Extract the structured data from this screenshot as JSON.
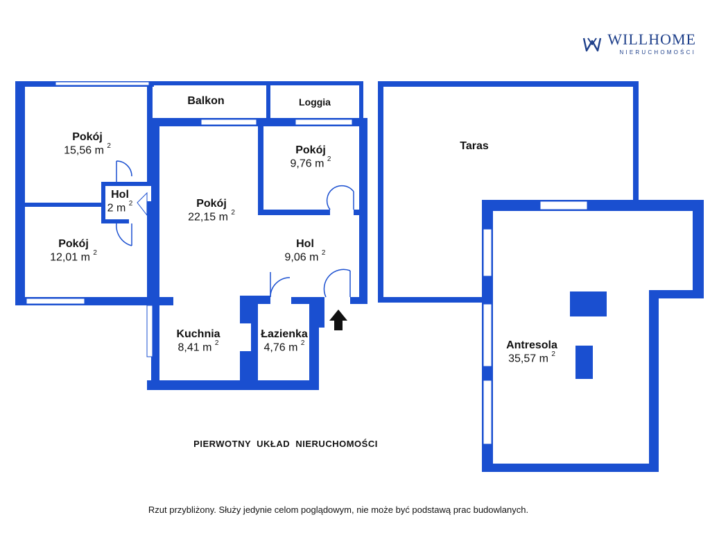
{
  "brand": {
    "name": "WILLHOME",
    "subtitle": "NIERUCHOMOŚCI"
  },
  "colors": {
    "wall": "#1a4fd0",
    "window": "#ffffff",
    "text": "#111111",
    "brand": "#1e3f8a"
  },
  "rooms": [
    {
      "name": "Balkon",
      "area": ""
    },
    {
      "name": "Loggia",
      "area": ""
    },
    {
      "name": "Pokój",
      "area": "15,56 m",
      "sup": "2"
    },
    {
      "name": "Hol",
      "area": "2 m",
      "sup": "2"
    },
    {
      "name": "Pokój",
      "area": "22,15 m",
      "sup": "2"
    },
    {
      "name": "Pokój",
      "area": "9,76 m",
      "sup": "2"
    },
    {
      "name": "Taras",
      "area": ""
    },
    {
      "name": "Pokój",
      "area": "12,01 m",
      "sup": "2"
    },
    {
      "name": "Hol",
      "area": "9,06 m",
      "sup": "2"
    },
    {
      "name": "Kuchnia",
      "area": "8,41 m",
      "sup": "2"
    },
    {
      "name": "Łazienka",
      "area": "4,76 m",
      "sup": "2"
    },
    {
      "name": "Antresola",
      "area": "35,57 m",
      "sup": "2"
    }
  ],
  "caption": "PIERWOTNY  UKŁAD  NIERUCHOMOŚCI",
  "disclaimer": "Rzut przybliżony. Służy jedynie celom poglądowym, nie może być podstawą prac budowlanych."
}
